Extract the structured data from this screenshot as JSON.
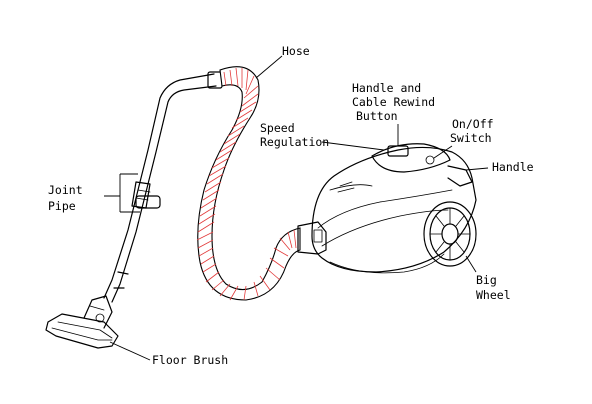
{
  "labels": {
    "hose": "Hose",
    "handle_cable_l1": "Handle and",
    "handle_cable_l2": "Cable Rewind",
    "handle_cable_l3": "Button",
    "speed_l1": "Speed",
    "speed_l2": "Regulation",
    "onoff_l1": "On/Off",
    "onoff_l2": "Switch",
    "handle": "Handle",
    "joint_l1": "Joint",
    "joint_l2": "Pipe",
    "big_l1": "Big",
    "big_l2": "Wheel",
    "floor_brush": "Floor Brush"
  },
  "colors": {
    "hose_stripes": "#e23a3a",
    "line": "#000000",
    "background": "#ffffff"
  }
}
